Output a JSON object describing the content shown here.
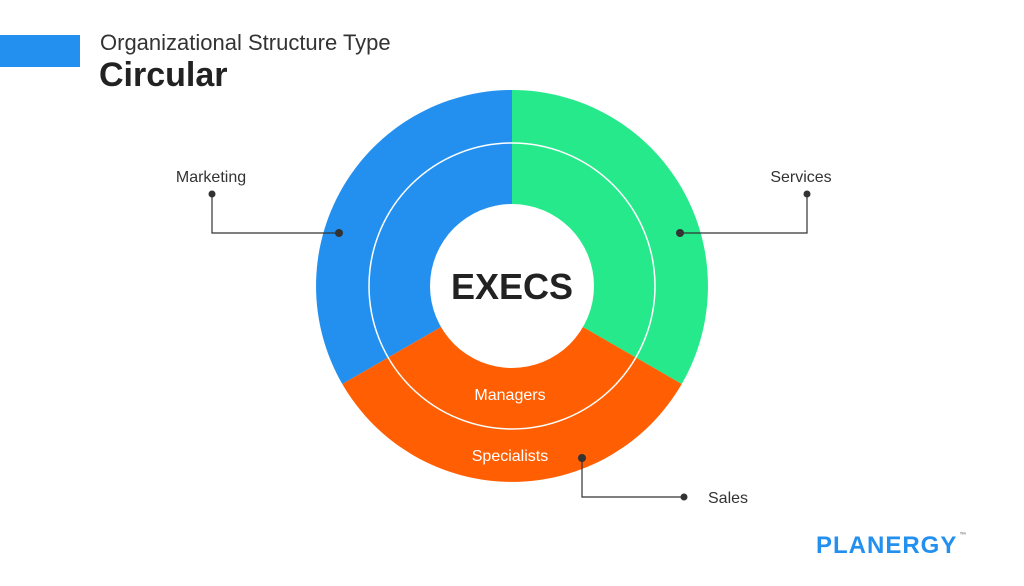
{
  "header": {
    "subtitle": "Organizational Structure Type",
    "title": "Circular"
  },
  "diagram": {
    "center_label": "EXECS",
    "inner_ring_label": "Managers",
    "outer_ring_label": "Specialists",
    "callouts": {
      "marketing": "Marketing",
      "services": "Services",
      "sales": "Sales"
    }
  },
  "brand": {
    "name": "PLANERGY",
    "trademark": "™"
  },
  "colors": {
    "accent": "#2390f0",
    "marketing": "#2390f0",
    "services": "#25e98a",
    "sales": "#ff5e03",
    "text": "#222222",
    "logo": "#2390f0"
  }
}
